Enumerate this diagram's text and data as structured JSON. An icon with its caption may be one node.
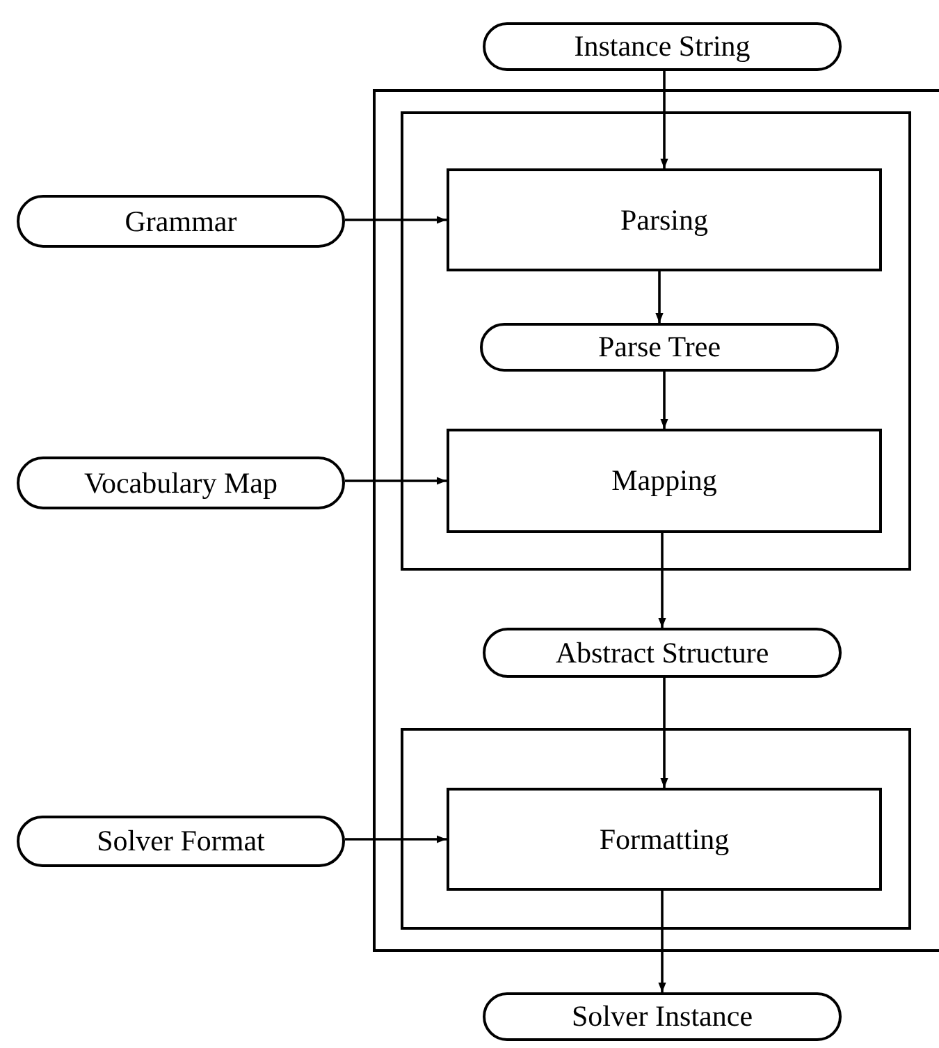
{
  "diagram": {
    "nodes": [
      {
        "text": [
          "Instance String"
        ]
      },
      {
        "text": [],
        "shape": "box"
      },
      {
        "text": [],
        "shape": "box",
        "in": 1
      },
      {
        "text": [
          "Parsing"
        ],
        "in": 2
      },
      {
        "text": [
          "Parse Tree"
        ],
        "in": 2
      },
      {
        "text": [
          "Mapping"
        ],
        "in": 2
      },
      {
        "text": [
          "Abstract Structure"
        ],
        "in": 1
      },
      {
        "text": [],
        "shape": "box",
        "in": 1
      },
      {
        "text": [
          "Formatting"
        ],
        "in": 7
      },
      {
        "text": [
          "Solver Instance"
        ]
      },
      {
        "text": [
          "Grammar"
        ]
      },
      {
        "text": [
          "Vocabulary Map"
        ]
      },
      {
        "text": [
          "Solver Format"
        ]
      }
    ],
    "edges": [
      {
        "from": 0,
        "to": 3,
        "arrow": "to"
      },
      {
        "from": 10,
        "to": 3,
        "arrow": "to"
      },
      {
        "from": 3,
        "to": 4,
        "arrow": "to"
      },
      {
        "from": 4,
        "to": 5,
        "arrow": "to"
      },
      {
        "from": 11,
        "to": 5,
        "arrow": "to"
      },
      {
        "from": 5,
        "to": 6,
        "arrow": "to"
      },
      {
        "from": 6,
        "to": 8,
        "arrow": "to"
      },
      {
        "from": 12,
        "to": 8,
        "arrow": "to"
      },
      {
        "from": 8,
        "to": 9,
        "arrow": "to"
      }
    ]
  }
}
